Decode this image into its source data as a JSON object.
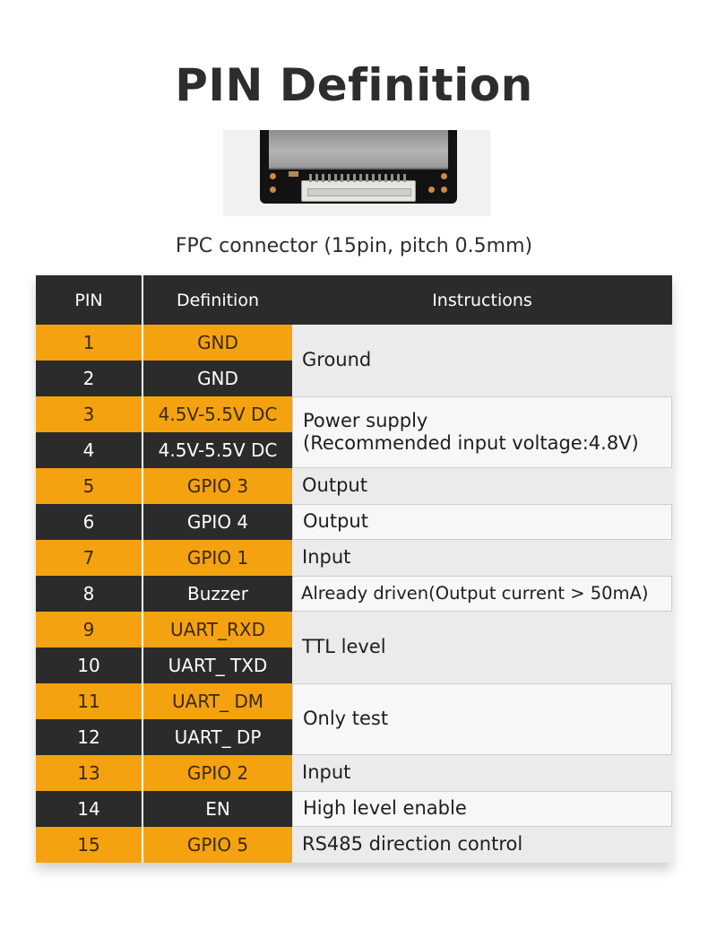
{
  "title": "PIN Definition",
  "subtitle": "FPC connector (15pin, pitch 0.5mm)",
  "table": {
    "headers": {
      "pin": "PIN",
      "definition": "Definition",
      "instructions": "Instructions"
    },
    "rows": [
      {
        "pin": "1",
        "definition": "GND"
      },
      {
        "pin": "2",
        "definition": "GND"
      },
      {
        "pin": "3",
        "definition": "4.5V-5.5V DC"
      },
      {
        "pin": "4",
        "definition": "4.5V-5.5V DC"
      },
      {
        "pin": "5",
        "definition": "GPIO 3"
      },
      {
        "pin": "6",
        "definition": "GPIO 4"
      },
      {
        "pin": "7",
        "definition": "GPIO 1"
      },
      {
        "pin": "8",
        "definition": "Buzzer"
      },
      {
        "pin": "9",
        "definition": "UART_RXD"
      },
      {
        "pin": "10",
        "definition": "UART_ TXD"
      },
      {
        "pin": "11",
        "definition": "UART_ DM"
      },
      {
        "pin": "12",
        "definition": "UART_ DP"
      },
      {
        "pin": "13",
        "definition": "GPIO 2"
      },
      {
        "pin": "14",
        "definition": "EN"
      },
      {
        "pin": "15",
        "definition": "GPIO 5"
      }
    ],
    "instructions": [
      {
        "text": "Ground"
      },
      {
        "line1": "Power supply",
        "line2": "(Recommended input voltage:4.8V)"
      },
      {
        "text": "Output"
      },
      {
        "text": "Output"
      },
      {
        "text": "Input"
      },
      {
        "text": "Already driven(Output current > 50mA)"
      },
      {
        "text": "TTL level"
      },
      {
        "text": "Only test"
      },
      {
        "text": "Input"
      },
      {
        "text": "High level enable"
      },
      {
        "text": "RS485 direction control"
      }
    ]
  },
  "colors": {
    "accent": "#f5a210",
    "dark": "#2b2b2b"
  }
}
